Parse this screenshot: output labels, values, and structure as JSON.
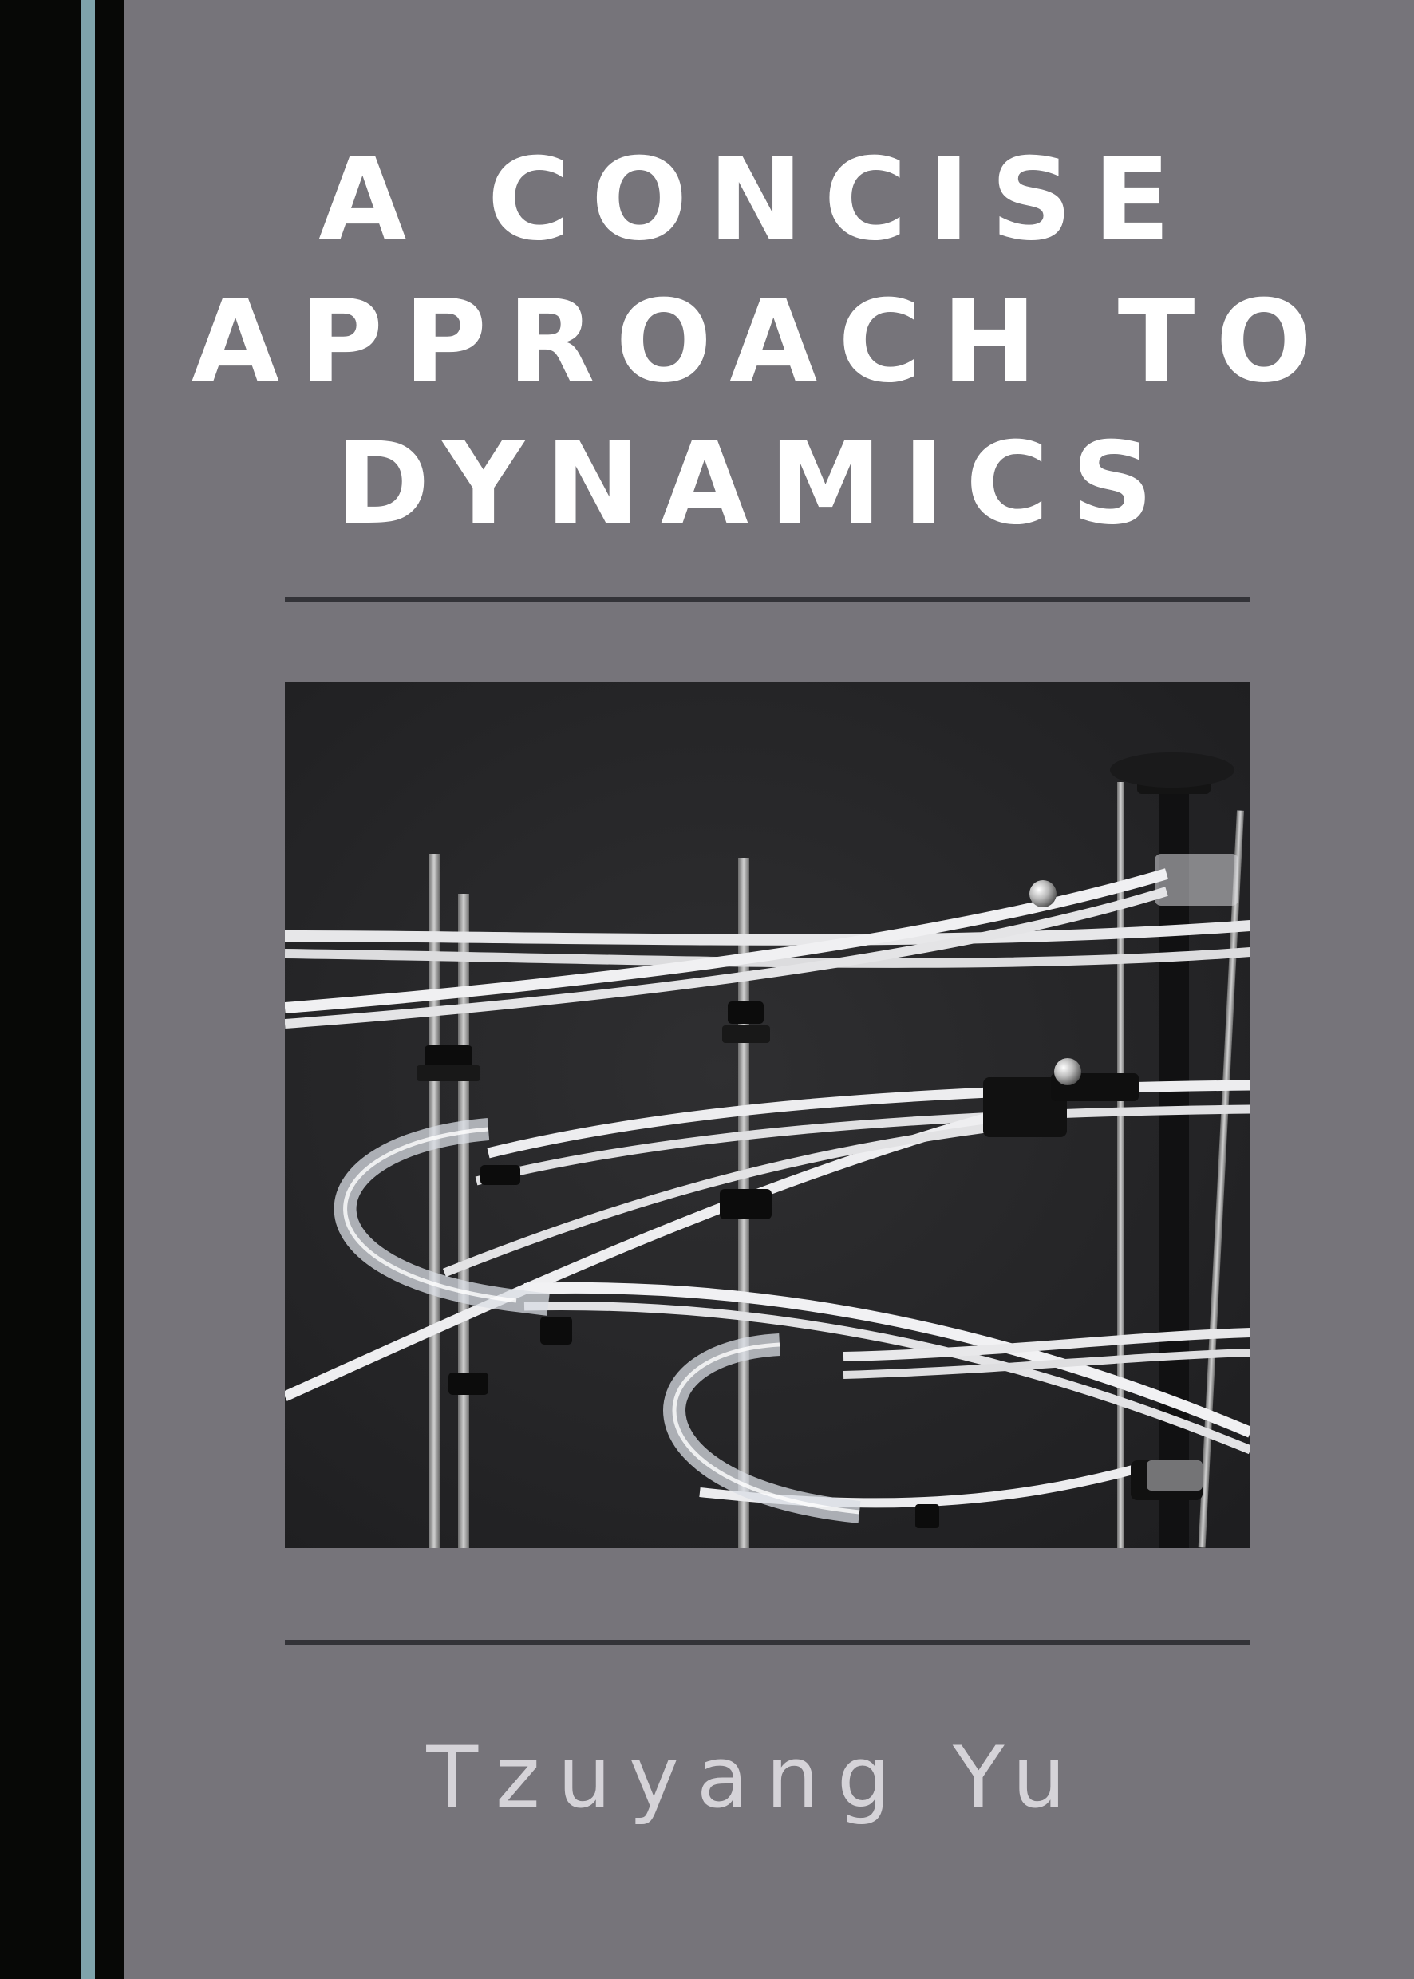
{
  "cover": {
    "title_lines": [
      "A CONCISE",
      "APPROACH TO",
      "DYNAMICS"
    ],
    "author": "Tzuyang Yu",
    "colors": {
      "background": "#76747a",
      "spine": "#070806",
      "spine_stripe": "#7fa3ab",
      "title": "#ffffff",
      "author": "#d5d3d8",
      "rule": "#333338"
    },
    "image": {
      "subject": "marble-run-track-photo"
    }
  }
}
